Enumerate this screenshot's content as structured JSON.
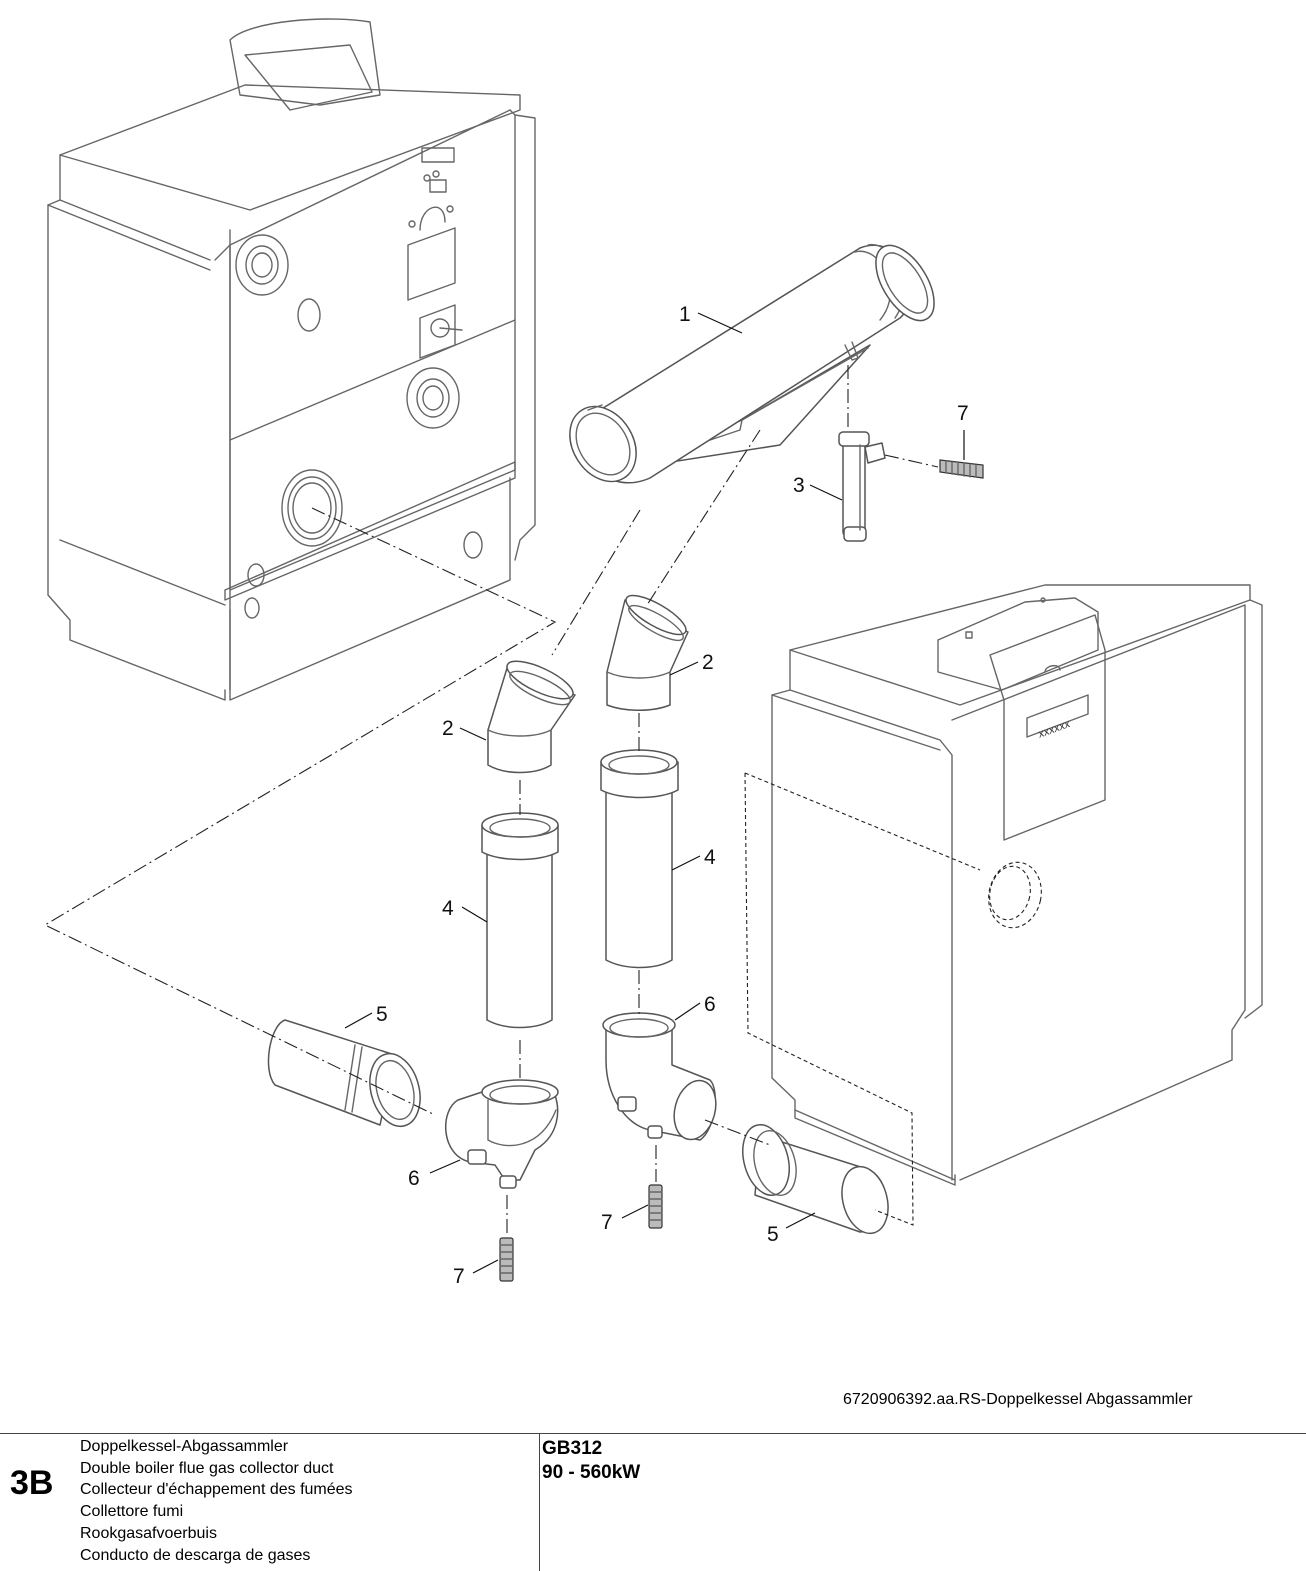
{
  "callouts": [
    {
      "label": "1"
    },
    {
      "label": "2"
    },
    {
      "label": "2"
    },
    {
      "label": "3"
    },
    {
      "label": "4"
    },
    {
      "label": "4"
    },
    {
      "label": "5"
    },
    {
      "label": "5"
    },
    {
      "label": "6"
    },
    {
      "label": "6"
    },
    {
      "label": "7"
    },
    {
      "label": "7"
    },
    {
      "label": "7"
    }
  ],
  "nameplate_text": "xxxxxx",
  "drawing_reference": "6720906392.aa.RS-Doppelkessel Abgassammler",
  "title_block": {
    "sheet_id": "3B",
    "descriptions": [
      "Doppelkessel-Abgassammler",
      "Double boiler flue gas collector duct",
      "Collecteur d'échappement des fumées",
      "Collettore fumi",
      "Rookgasafvoerbuis",
      "Conducto de descarga de gases"
    ],
    "model": "GB312",
    "power_range": "90 - 560kW"
  }
}
